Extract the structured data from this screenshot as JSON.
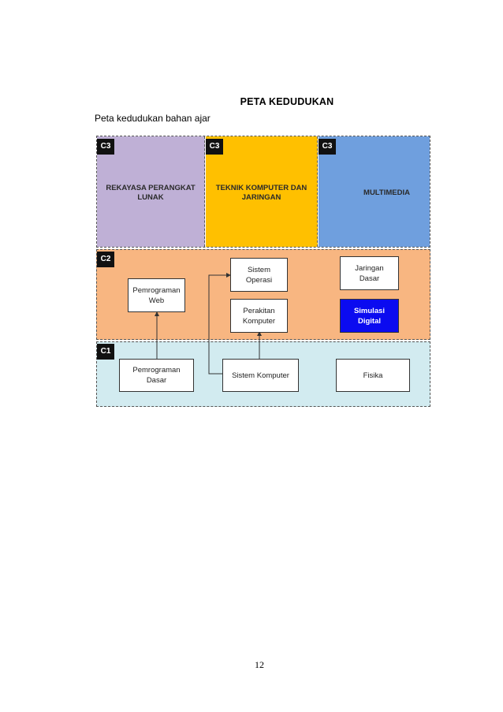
{
  "title": "PETA KEDUDUKAN",
  "subtitle": "Peta kedudukan bahan ajar",
  "colors": {
    "c3_left": "#bfb0d6",
    "c3_mid": "#ffc000",
    "c3_right": "#6f9fde",
    "c2": "#f8b681",
    "c1": "#d2ebf0",
    "highlight": "#0b0bf0"
  },
  "levels": {
    "c3": {
      "tag1": "C3",
      "tag2": "C3",
      "tag3": "C3",
      "col1": "REKAYASA PERANGKAT\nLUNAK",
      "col2": "TEKNIK KOMPUTER DAN\nJARINGAN",
      "col3": "MULTIMEDIA"
    },
    "c2": {
      "tag": "C2",
      "pemrograman_web": "Pemrograman\nWeb",
      "sistem_operasi": "Sistem\nOperasi",
      "perakitan_komputer": "Perakitan\nKomputer",
      "jaringan_dasar": "Jaringan\nDasar",
      "simulasi_digital": "Simulasi\nDigital"
    },
    "c1": {
      "tag": "C1",
      "pemrograman_dasar": "Pemrograman\nDasar",
      "sistem_komputer": "Sistem Komputer",
      "fisika": "Fisika"
    }
  },
  "page_number": "12"
}
